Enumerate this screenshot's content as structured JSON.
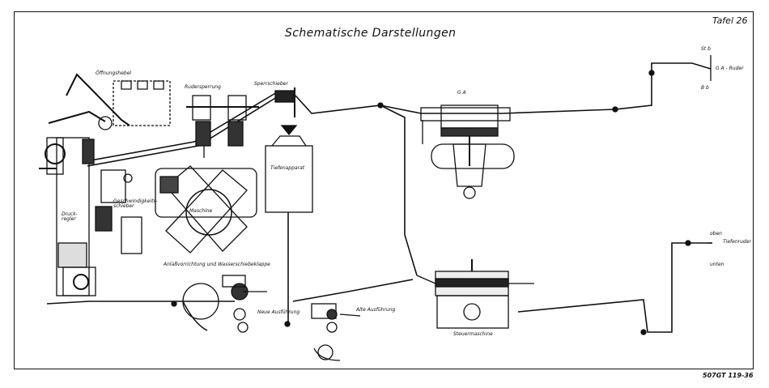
{
  "title": "Schematische Darstellungen",
  "plate": "Tafel 26",
  "code": "507GT 119-36",
  "labels": {
    "oeffnungshebel": "Öffnungshebel",
    "ruedersperrung": "Rudersperrung",
    "sperrschieber": "Sperrschieber",
    "ga": "G A",
    "st_b": "St b",
    "ga_ruder": "G A - Ruder",
    "b_b": "B b",
    "tiefenapparat": "Tiefenapparat",
    "maschine": "Maschine",
    "geschwindigkeitsschieber": "Geschwindigkeits-schieber",
    "druckregler": "Druck-regler",
    "anlass": "Anlaßvorrichtung und Wasserschiebeklappe",
    "neue_ausfuehrung": "Neue Ausführung",
    "alte_ausfuehrung": "Alte Ausführung",
    "steuermaschine": "Steuermaschine",
    "oben": "oben",
    "tiefenruder": "Tiefenruder",
    "unten": "unten"
  }
}
